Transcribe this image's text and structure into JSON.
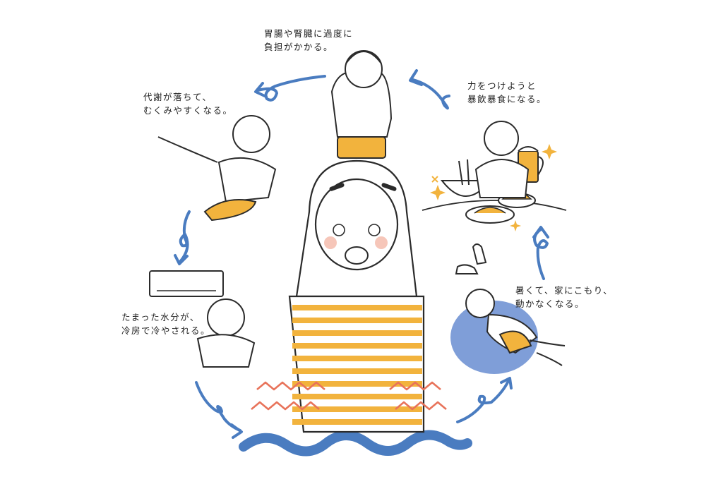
{
  "colors": {
    "ink": "#2b2b2b",
    "arrow": "#4a7cc0",
    "stripe": "#f2b33d",
    "blush": "#f0a08a",
    "wave": "#e8735a",
    "beanbag": "#7f9ed8",
    "skin": "#ffffff"
  },
  "captions": {
    "stomach": [
      "胃腸や腎臓に過度に",
      "負担がかかる。"
    ],
    "eating": [
      "力をつけようと",
      "暴飲暴食になる。"
    ],
    "metabolism": [
      "代謝が落ちて、",
      "むくみやすくなる。"
    ],
    "indoors": [
      "暑くて、家にこもり、",
      "動かなくなる。"
    ],
    "aircon": [
      "たまった水分が、",
      "冷房で冷やされる。"
    ]
  },
  "icons": [
    "stomachache-girl",
    "eating-girl",
    "swollen-leg-girl",
    "beanbag-girl",
    "cold-shivering-girl",
    "air-conditioner",
    "ramen-bowl",
    "beer-mug",
    "gyoza-plate",
    "sneakers",
    "cycle-arrow"
  ]
}
